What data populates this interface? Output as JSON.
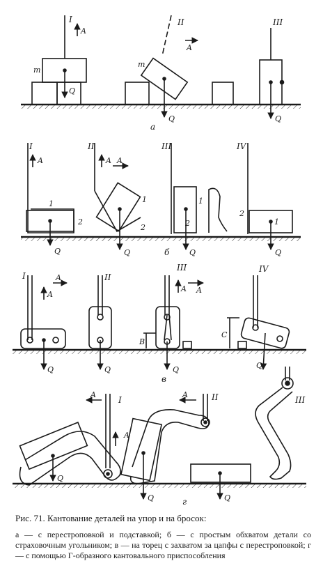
{
  "figure": {
    "panel_a": {
      "steps": [
        "I",
        "II",
        "III"
      ],
      "force_A": "A",
      "load_Q": "Q",
      "part_mark": "m",
      "letter": "а"
    },
    "panel_b": {
      "steps": [
        "I",
        "II",
        "III",
        "IV"
      ],
      "force_A": "A",
      "load_Q": "Q",
      "num1": "1",
      "num2": "2",
      "letter": "б"
    },
    "panel_v": {
      "steps": [
        "I",
        "II",
        "III",
        "IV"
      ],
      "force_A": "A",
      "load_Q": "Q",
      "dim_B": "B",
      "dim_C": "C",
      "letter": "в"
    },
    "panel_g": {
      "steps": [
        "I",
        "II",
        "III"
      ],
      "force_A": "A",
      "load_Q": "Q",
      "letter": "г"
    }
  },
  "caption": {
    "title": "Рис. 71. Кантование деталей на упор и на бросок:",
    "body": "а — с перестроповкой и подставкой; б — с простым обхватом детали со страховочным угольником; в — на торец с захватом за цапфы с перестроповкой; г — с помощью Г-образного кантовального приспособления"
  }
}
